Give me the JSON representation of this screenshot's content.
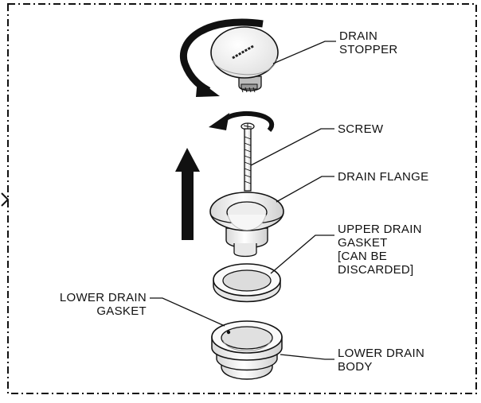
{
  "labels": {
    "drain_stopper": [
      "DRAIN",
      "STOPPER"
    ],
    "screw": [
      "SCREW"
    ],
    "drain_flange": [
      "DRAIN FLANGE"
    ],
    "upper_drain_gasket": [
      "UPPER DRAIN",
      "GASKET",
      "[CAN BE",
      "DISCARDED]"
    ],
    "lower_drain_gasket": [
      "LOWER DRAIN",
      "GASKET"
    ],
    "lower_drain_body": [
      "LOWER DRAIN",
      "BODY"
    ]
  },
  "colors": {
    "line": "#111111",
    "part_fill": "#ffffff",
    "part_shade": "#e6e6e6"
  }
}
